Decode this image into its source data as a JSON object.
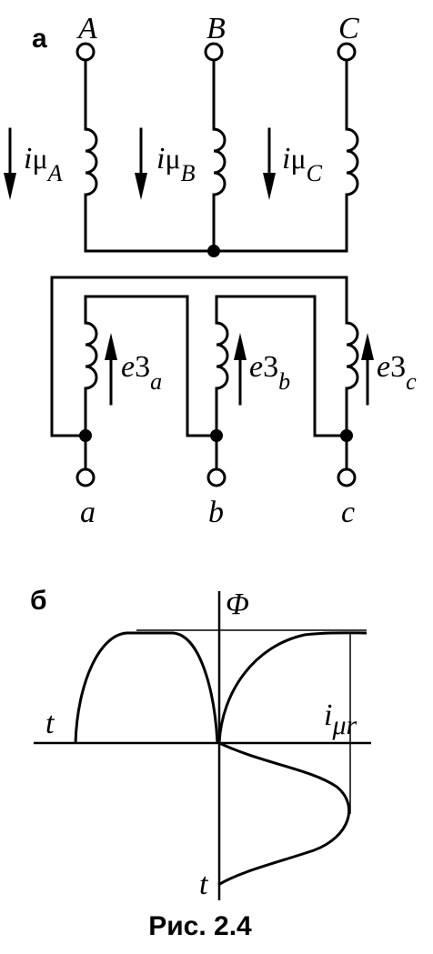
{
  "figure": {
    "panel_a_label": "а",
    "panel_b_label": "б",
    "caption": "Рис. 2.4"
  },
  "primary": {
    "terminals": [
      "A",
      "B",
      "C"
    ],
    "current_symbol": "i",
    "current_sub": "μ",
    "phase_subs": [
      "A",
      "B",
      "C"
    ]
  },
  "secondary": {
    "terminals": [
      "a",
      "b",
      "c"
    ],
    "emf_symbol": "e",
    "emf_sub": "3",
    "phase_subs": [
      "a",
      "b",
      "c"
    ]
  },
  "graph": {
    "flux_label": "Φ",
    "time_label_left": "t",
    "time_label_bottom": "t",
    "current_symbol": "i",
    "current_sub": "μr"
  }
}
